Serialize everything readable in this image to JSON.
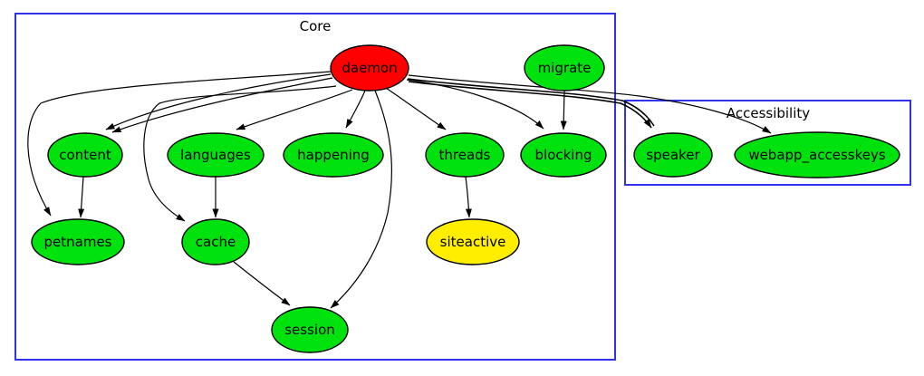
{
  "diagram": {
    "type": "dependency-graph",
    "clusters": {
      "core": {
        "label": "Core"
      },
      "accessibility": {
        "label": "Accessibility"
      }
    },
    "nodes": {
      "daemon": {
        "label": "daemon",
        "fill": "#ff0000"
      },
      "migrate": {
        "label": "migrate",
        "fill": "#00e20e"
      },
      "content": {
        "label": "content",
        "fill": "#00e20e"
      },
      "languages": {
        "label": "languages",
        "fill": "#00e20e"
      },
      "happening": {
        "label": "happening",
        "fill": "#00e20e"
      },
      "threads": {
        "label": "threads",
        "fill": "#00e20e"
      },
      "blocking": {
        "label": "blocking",
        "fill": "#00e20e"
      },
      "speaker": {
        "label": "speaker",
        "fill": "#00e20e"
      },
      "webapp_accesskeys": {
        "label": "webapp_accesskeys",
        "fill": "#00e20e"
      },
      "petnames": {
        "label": "petnames",
        "fill": "#00e20e"
      },
      "cache": {
        "label": "cache",
        "fill": "#00e20e"
      },
      "siteactive": {
        "label": "siteactive",
        "fill": "#ffee00"
      },
      "session": {
        "label": "session",
        "fill": "#00e20e"
      }
    },
    "edges": [
      {
        "from": "daemon",
        "to": "content"
      },
      {
        "from": "daemon",
        "to": "content"
      },
      {
        "from": "daemon",
        "to": "petnames"
      },
      {
        "from": "daemon",
        "to": "cache"
      },
      {
        "from": "daemon",
        "to": "languages"
      },
      {
        "from": "daemon",
        "to": "happening"
      },
      {
        "from": "daemon",
        "to": "threads"
      },
      {
        "from": "daemon",
        "to": "blocking"
      },
      {
        "from": "daemon",
        "to": "session"
      },
      {
        "from": "daemon",
        "to": "speaker"
      },
      {
        "from": "daemon",
        "to": "speaker"
      },
      {
        "from": "daemon",
        "to": "webapp_accesskeys"
      },
      {
        "from": "migrate",
        "to": "blocking"
      },
      {
        "from": "content",
        "to": "petnames"
      },
      {
        "from": "languages",
        "to": "cache"
      },
      {
        "from": "cache",
        "to": "session"
      },
      {
        "from": "threads",
        "to": "siteactive"
      }
    ],
    "colors": {
      "cluster_border": "#3232ee",
      "edge": "#000000",
      "node_border": "#000000",
      "background": "#ffffff"
    }
  }
}
